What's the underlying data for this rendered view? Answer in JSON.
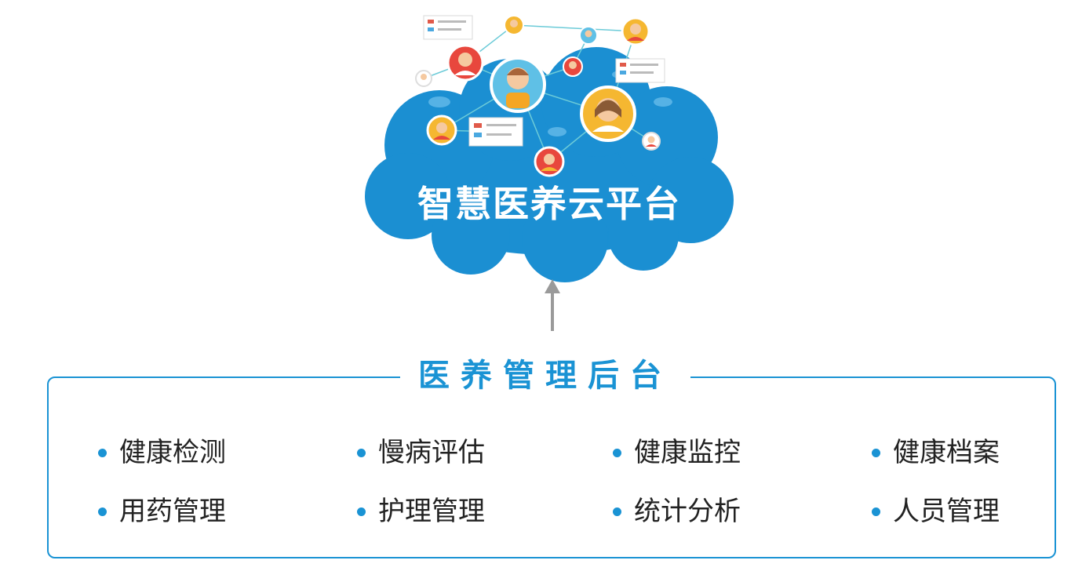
{
  "platform": {
    "title": "智慧医养云平台"
  },
  "backend": {
    "title": "医养管理后台",
    "features": [
      "健康检测",
      "慢病评估",
      "健康监控",
      "健康档案",
      "用药管理",
      "护理管理",
      "统计分析",
      "人员管理"
    ]
  },
  "colors": {
    "accent": "#1a93d4",
    "cloud": "#1b8fd2",
    "arrow": "#9a9a9a"
  },
  "icons": {
    "avatars": "person-avatar-icon",
    "cards": "profile-card-icon",
    "arrow": "arrow-up-icon"
  }
}
